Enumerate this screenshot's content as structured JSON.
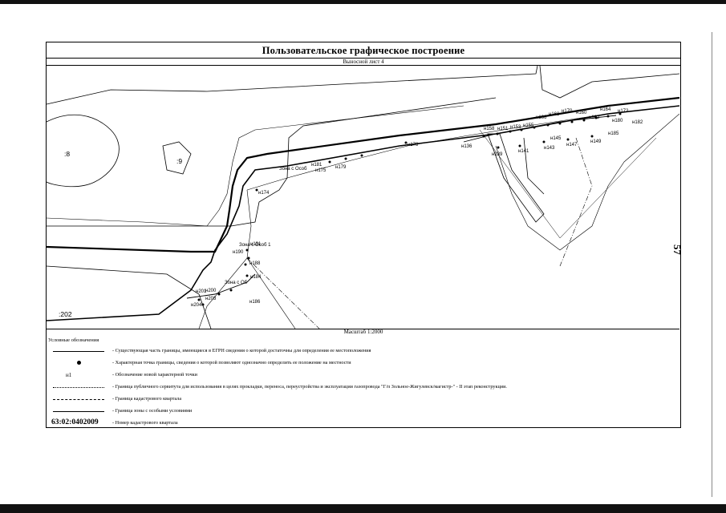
{
  "page_number": "57",
  "sheet": {
    "title": "Пользовательское графическое построение",
    "subtitle": "Выносной лист 4",
    "scale": "Масштаб 1:2000"
  },
  "map": {
    "parcel_labels": [
      ":8",
      ":9",
      ":202"
    ],
    "zone_labels": [
      "Зона с Особ",
      "Зона с Об",
      "Зона с Особ 1"
    ],
    "point_labels": [
      "н181",
      "н179",
      "н175",
      "н174",
      "н178",
      "н191",
      "н190",
      "н188",
      "н186",
      "н184",
      "н200",
      "н201",
      "н203",
      "н204",
      "н136",
      "н158",
      "н139",
      "н141",
      "н143",
      "н145",
      "н147",
      "н149",
      "н151",
      "н153",
      "н155",
      "н160",
      "н162",
      "н164",
      "н166",
      "н168",
      "н170",
      "н172",
      "н180",
      "н182",
      "н185"
    ]
  },
  "legend": {
    "title": "Условные обозначения",
    "items": [
      {
        "symbol": "line-thin",
        "text": "- Существующая часть границы, имеющиеся в ЕГРН сведения о которой достаточны для определения ее местоположения"
      },
      {
        "symbol": "dot",
        "text": "- Характерная точка границы, сведения о которой позволяют однозначно определить ее положение на местности"
      },
      {
        "symbol": "label",
        "symbol_text": "н1",
        "text": "- Обозначение новой характерной точки"
      },
      {
        "symbol": "line-dotted",
        "text": "- Граница публичного сервитута для использования в целях прокладки, переноса, переустройства и эксплуатации газопровода \"Г/п Зольное-Жигулевск/магистр-\" - II этап реконструкции."
      },
      {
        "symbol": "line-dashdot",
        "text": "- Граница кадастрового квартала"
      },
      {
        "symbol": "line-solid",
        "text": "- Граница зоны с особыми условиями"
      },
      {
        "symbol": "cadastral",
        "symbol_text": "63:02:0402009",
        "text": "- Номер кадастрового квартала"
      }
    ]
  }
}
